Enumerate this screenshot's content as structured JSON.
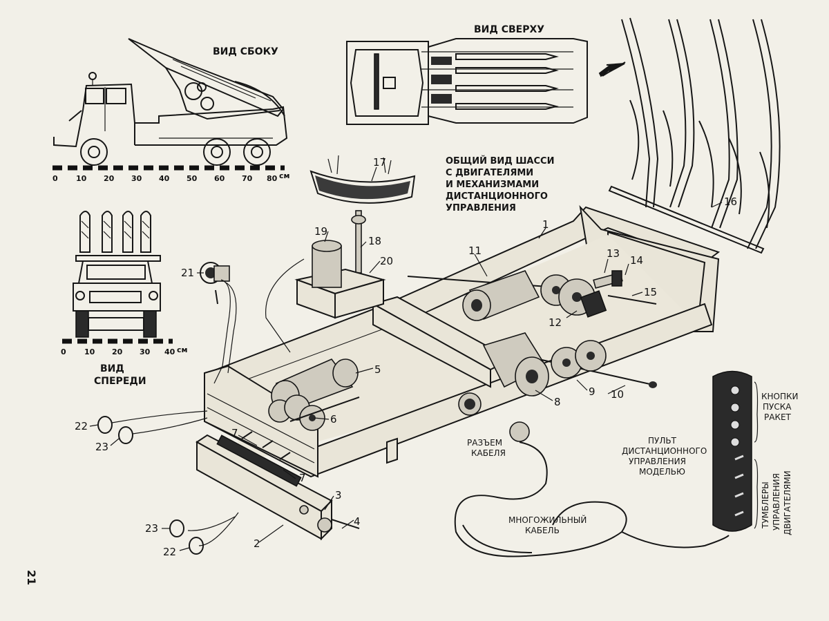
{
  "views": {
    "side": "ВИД СБОКУ",
    "top": "ВИД СВЕРХУ",
    "front_line1": "ВИД",
    "front_line2": "СПЕРЕДИ"
  },
  "general_view": [
    "ОБЩИЙ ВИД ШАССИ",
    "С ДВИГАТЕЛЯМИ",
    "И МЕХАНИЗМАМИ",
    "ДИСТАНЦИОННОГО",
    "УПРАВЛЕНИЯ"
  ],
  "scales": {
    "side": {
      "ticks": [
        "0",
        "10",
        "20",
        "30",
        "40",
        "50",
        "60",
        "70",
        "80"
      ],
      "unit": "см"
    },
    "front": {
      "ticks": [
        "0",
        "10",
        "20",
        "30",
        "40"
      ],
      "unit": "см"
    }
  },
  "callouts": {
    "n1": "1",
    "n2": "2",
    "n3": "3",
    "n4": "4",
    "n5": "5",
    "n6": "6",
    "n7a": "7",
    "n7b": "7",
    "n8": "8",
    "n9": "9",
    "n10": "10",
    "n11": "11",
    "n12": "12",
    "n13": "13",
    "n14": "14",
    "n15": "15",
    "n16": "16",
    "n17": "17",
    "n18": "18",
    "n19": "19",
    "n20": "20",
    "n21": "21",
    "n22a": "22",
    "n22b": "22",
    "n23a": "23",
    "n23b": "23"
  },
  "labels": {
    "connector": [
      "РАЗЪЕМ",
      "КАБЕЛЯ"
    ],
    "cable": [
      "МНОГОЖИЛЬНЫЙ",
      "КАБЕЛЬ"
    ],
    "remote": [
      "ПУЛЬТ",
      "ДИСТАНЦИОННОГО",
      "УПРАВЛЕНИЯ",
      "МОДЕЛЬЮ"
    ],
    "buttons": [
      "КНОПКИ",
      "ПУСКА",
      "РАКЕТ"
    ],
    "toggles": [
      "ТУМБЛЕРЫ",
      "УПРАВЛЕНИЯ",
      "ДВИГАТЕЛЯМИ"
    ]
  },
  "page_number": "21"
}
